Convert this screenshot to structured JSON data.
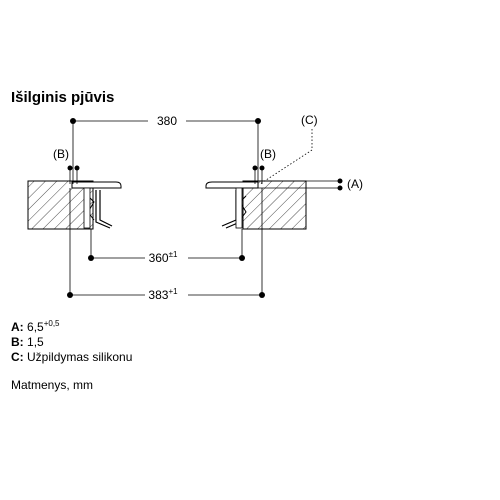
{
  "title": "Išilginis pjūvis",
  "dimensions": {
    "top": "380",
    "middle": "360",
    "middle_tol": "±1",
    "bottom": "383",
    "bottom_tol": "+1"
  },
  "callouts": {
    "b_left": "(B)",
    "b_right": "(B)",
    "c": "(C)",
    "a": "(A)"
  },
  "legend": [
    {
      "key": "A:",
      "value": "6,5",
      "sup": "+0,5"
    },
    {
      "key": "B:",
      "value": "1,5",
      "sup": ""
    },
    {
      "key": "C:",
      "value": "Užpildymas silikonu",
      "sup": ""
    }
  ],
  "units": "Matmenys, mm"
}
